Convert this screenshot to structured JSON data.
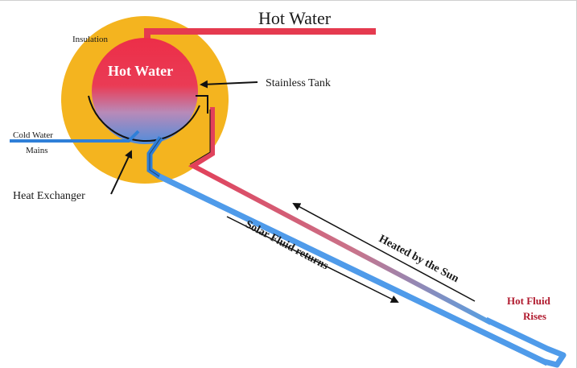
{
  "labels": {
    "hot_water_outlet": "Hot Water",
    "insulation": "Insulation",
    "tank_content": "Hot Water",
    "stainless_tank": "Stainless Tank",
    "cold_water_line1": "Cold Water",
    "cold_water_line2": "Mains",
    "heat_exchanger": "Heat Exchanger",
    "solar_fluid_returns": "Solar Fluid returns",
    "heated_by_sun": "Heated by the Sun",
    "hot_fluid_line1": "Hot Fluid",
    "hot_fluid_line2": "Rises"
  },
  "colors": {
    "insulation": "#f4b41f",
    "hot": "#e53a4f",
    "cold": "#2f7fd8",
    "outline": "#111111",
    "accent_text": "#b01a2e"
  }
}
